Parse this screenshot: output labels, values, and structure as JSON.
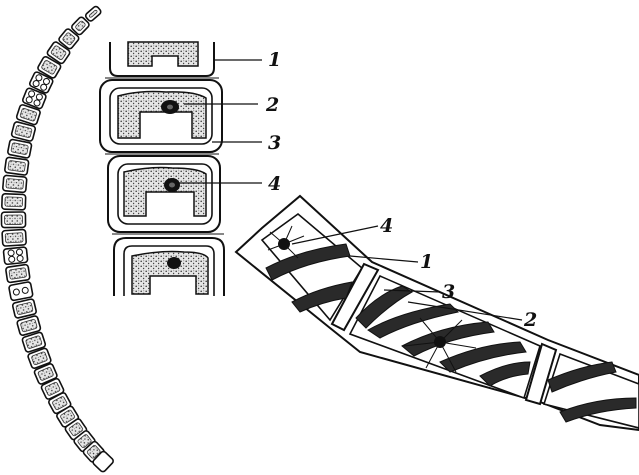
{
  "labels": {
    "ulothrix": [
      "1",
      "2",
      "3",
      "4"
    ],
    "spirogyra": [
      "4",
      "1",
      "3",
      "2"
    ]
  }
}
